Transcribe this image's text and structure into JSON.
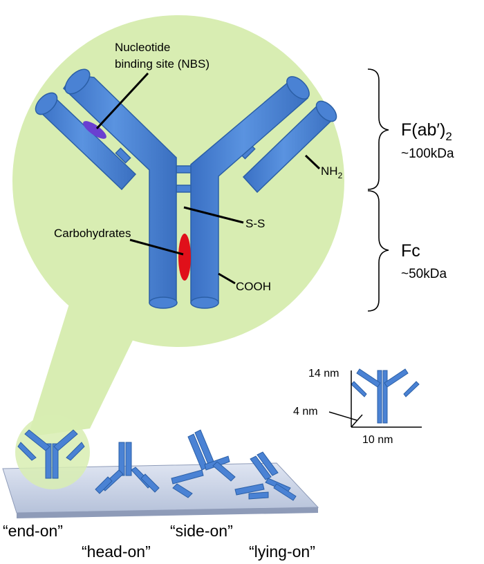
{
  "colors": {
    "bubble": "#d8edb2",
    "antibody_fill": "#4a82d4",
    "antibody_stroke": "#2b5fa6",
    "nbs_marker": "#6a3fd0",
    "carbohydrate_marker": "#e0101a",
    "surface": "#c9d3e6"
  },
  "labels": {
    "nbs_line1": "Nucleotide",
    "nbs_line2": "binding site (NBS)",
    "carbohydrates": "Carbohydrates",
    "ss": "S-S",
    "nh2_main": "NH",
    "nh2_sub": "2",
    "cooh": "COOH"
  },
  "fragments": {
    "fab_name": "F(ab′)",
    "fab_sub": "2",
    "fab_mass": "~100kDa",
    "fc_name": "Fc",
    "fc_mass": "~50kDa"
  },
  "scale": {
    "height": "14 nm",
    "depth": "4 nm",
    "width": "10 nm"
  },
  "orientations": [
    "“end-on”",
    "“head-on”",
    "“side-on”",
    "“lying-on”"
  ]
}
